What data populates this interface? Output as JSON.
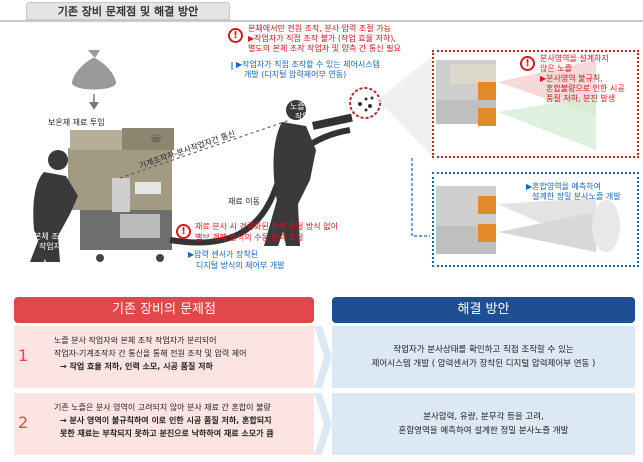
{
  "header": {
    "title": "기존 장비 문제점 및 해결 방안"
  },
  "illustration": {
    "label_input": "보온재 재료 투입",
    "label_comm": "기계조작자-분사작업자간 통신",
    "label_operator": "본체 조작\n작업자",
    "label_material_move": "재료 이동",
    "label_sprayer": "노즐 분사\n작업자"
  },
  "callouts": {
    "top_red_1": "본체에서만 전원 조작, 분사 압력 조절 가능",
    "top_red_2": "▶작업자가 직접 조작 불가 (작업 효율 저하),",
    "top_red_3": "별도의 본체 조작 작업자 및 양측 간 통신 필요",
    "top_blue_1": "▶작업자가 직접 조작할 수 있는 제어시스템",
    "top_blue_2": "개발 (디지털 압력제어부 연동)",
    "mid_red_1": "재료 분사 시 경량화된 압력 조절 방식 없이",
    "mid_red_2": "밸브 개폐 방식의 수동 압력 조절",
    "mid_blue_1": "▶압력 센서가 장착된",
    "mid_blue_2": "디지털 방식의 제어부 개발",
    "nozzle_red_1": "분사영역을 설계하지",
    "nozzle_red_2": "않은 노즐",
    "nozzle_red_3": "▶분사영역 불규칙,",
    "nozzle_red_4": "혼합불량으로 인한 시공",
    "nozzle_red_5": "품질 저하, 분진 발생",
    "nozzle_blue_1": "▶혼합영역을 예측하여",
    "nozzle_blue_2": "설계한 정밀 분사노즐 개발"
  },
  "problems_header": "기존 장비의 문제점",
  "solutions_header": "해결 방안",
  "rows": [
    {
      "num": "1",
      "p1": "노즐 분사 작업자와 본체 조작 작업자가 분리되어",
      "p2": "작업자-기계조작자 간 통신을 통해 전원 조작 및 압력 제어",
      "p3": "→ 작업 효율 저하, 인력 소모, 시공 품질 저하",
      "s1": "작업자가 분사상태를 확인하고 직접 조작할 수 있는",
      "s2": "제어시스템 개발 ( 압력센서가 장착된 디지털 압력제어부 연동 )"
    },
    {
      "num": "2",
      "p1": "기존 노즐은 분사 영역이 고려되지 않아 분사 재료 간 혼합이 불량",
      "p2": "→ 분사 영역이 불규칙하여 이로 인한 시공 품질 저하, 혼합되지",
      "p3": "못한 재료는 부착되지 못하고 분진으로 낙하하여 재료 소모가 큼",
      "s1": "분사압력, 유량, 분무각 등을 고려,",
      "s2": "혼합영역을 예측하여 설계한 정밀 분사노즐 개발"
    }
  ],
  "colors": {
    "red": "#d8171e",
    "blue": "#1a67b3",
    "head_red": "#e2474b",
    "head_blue": "#1e4f93"
  }
}
